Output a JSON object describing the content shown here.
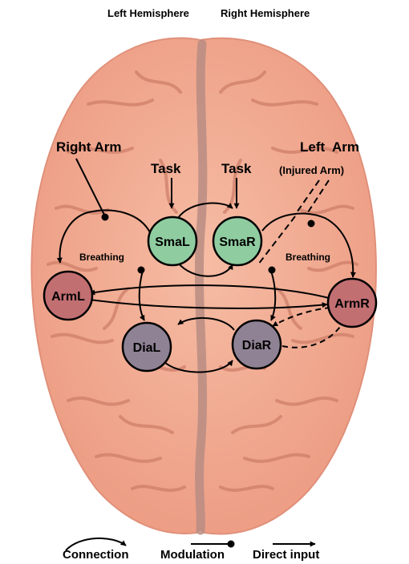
{
  "header": {
    "left_hemisphere": "Left Hemisphere",
    "right_hemisphere": "Right Hemisphere"
  },
  "inputs": {
    "right_arm": "Right Arm",
    "left_arm": "Left  Arm",
    "injured_arm": "(Injured Arm)",
    "task_left": "Task",
    "task_right": "Task"
  },
  "modulators": {
    "breathing_left": "Breathing",
    "breathing_right": "Breathing"
  },
  "nodes": {
    "smal": "SmaL",
    "smar": "SmaR",
    "arml": "ArmL",
    "armr": "ArmR",
    "dial": "DiaL",
    "diar": "DiaR"
  },
  "legend": {
    "connection": "Connection",
    "modulation": "Modulation",
    "direct_input": "Direct input"
  },
  "colors": {
    "sma_fill": "#8fcca0",
    "arm_fill": "#c26f72",
    "dia_fill": "#8f8294",
    "brain_fill": "#f2a98f",
    "fissure": "#b98c82"
  }
}
